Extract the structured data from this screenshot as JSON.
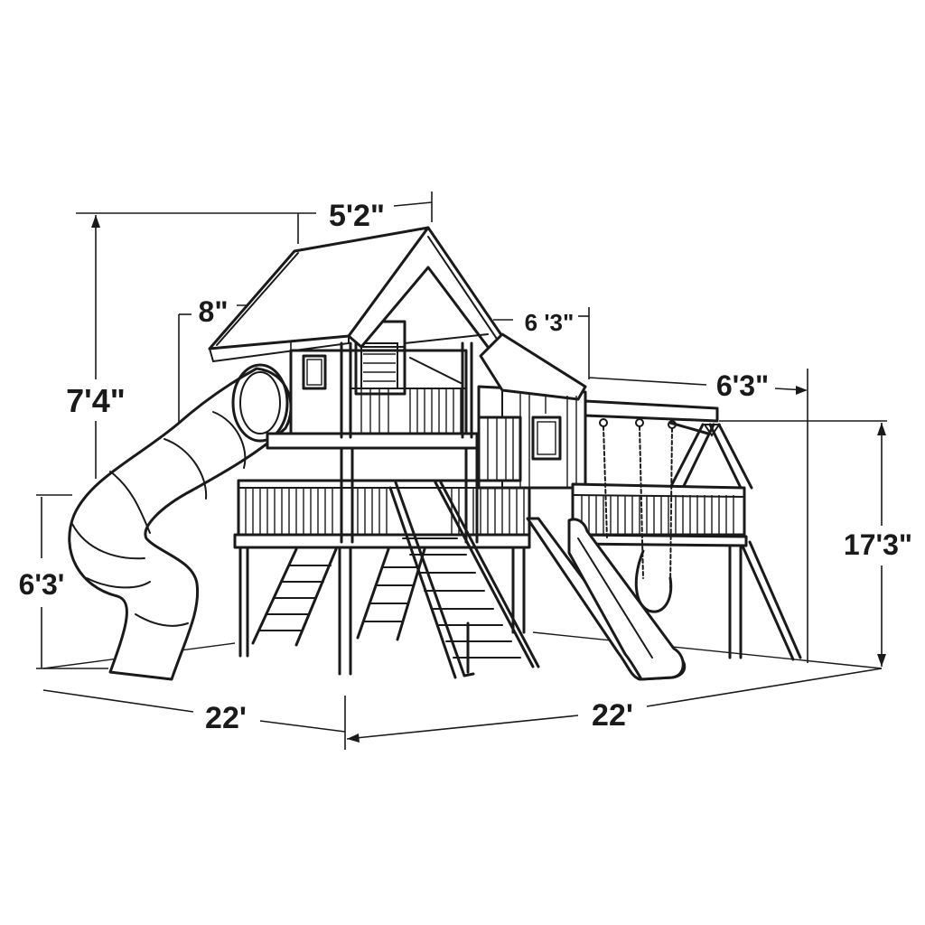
{
  "dimensions": {
    "overall_height": "7'4\"",
    "roof_width": "5'2\"",
    "eave_overhang": "8\"",
    "annex_width": "6 '3\"",
    "swing_beam_length": "6'3\"",
    "swing_height": "17'3\"",
    "slide_height": "6'3'",
    "left_length": "22'",
    "right_length": "22'"
  }
}
